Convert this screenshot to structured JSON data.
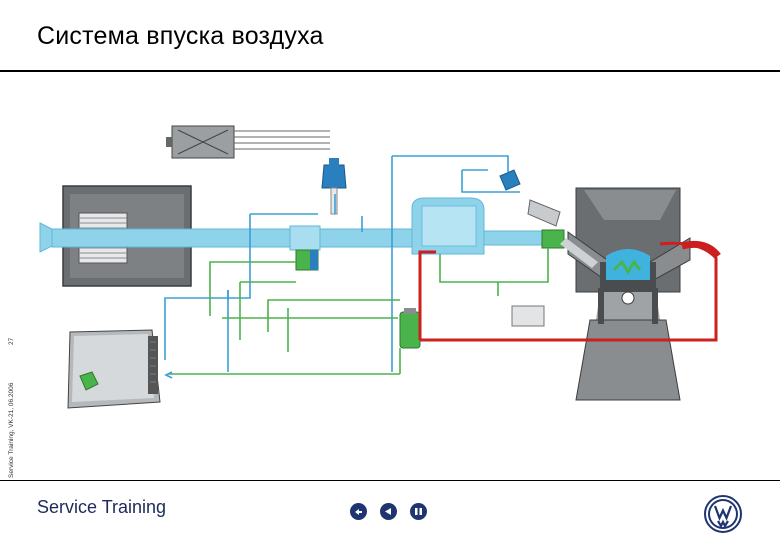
{
  "header": {
    "title": "Система впуска воздуха"
  },
  "side": {
    "caption": "Service Training, VK-21, 06.2006",
    "page_number": "27"
  },
  "footer": {
    "brand": "Service Training"
  },
  "nav": [
    {
      "name": "back-button",
      "icon": "return-arrow-icon"
    },
    {
      "name": "previous-button",
      "icon": "triangle-left-icon"
    },
    {
      "name": "pause-button",
      "icon": "pause-icon"
    }
  ],
  "logo": {
    "icon": "vw-logo-icon"
  },
  "colors": {
    "intake_duct": "#8fd3ea",
    "intake_duct_dark": "#5fb7d6",
    "signal_blue": "#3aa0d6",
    "signal_green": "#4bb34b",
    "control_red": "#cc1f1f",
    "housing_grey": "#8a8d90",
    "dark_grey": "#4a4d50",
    "footer_navy": "#1f3470"
  }
}
